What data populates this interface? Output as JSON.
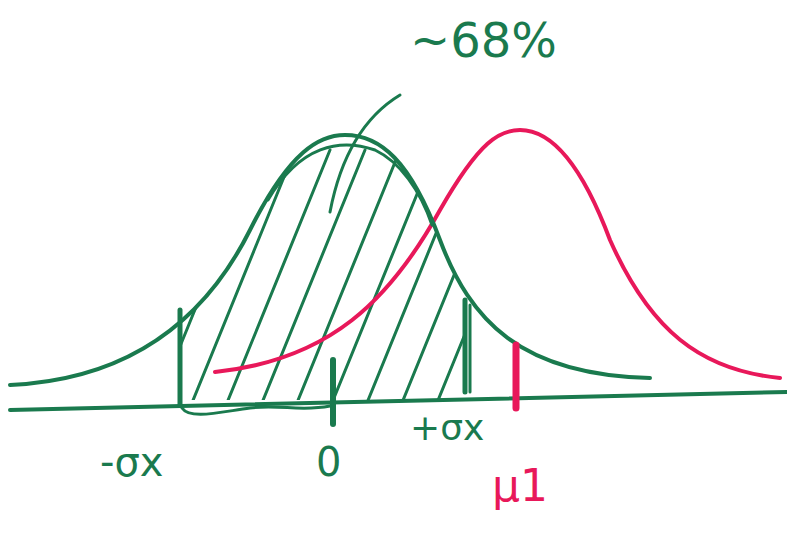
{
  "diagram": {
    "labels": [
      "~68%",
      "-σx",
      "0",
      "+σx",
      "μ1"
    ]
  }
}
